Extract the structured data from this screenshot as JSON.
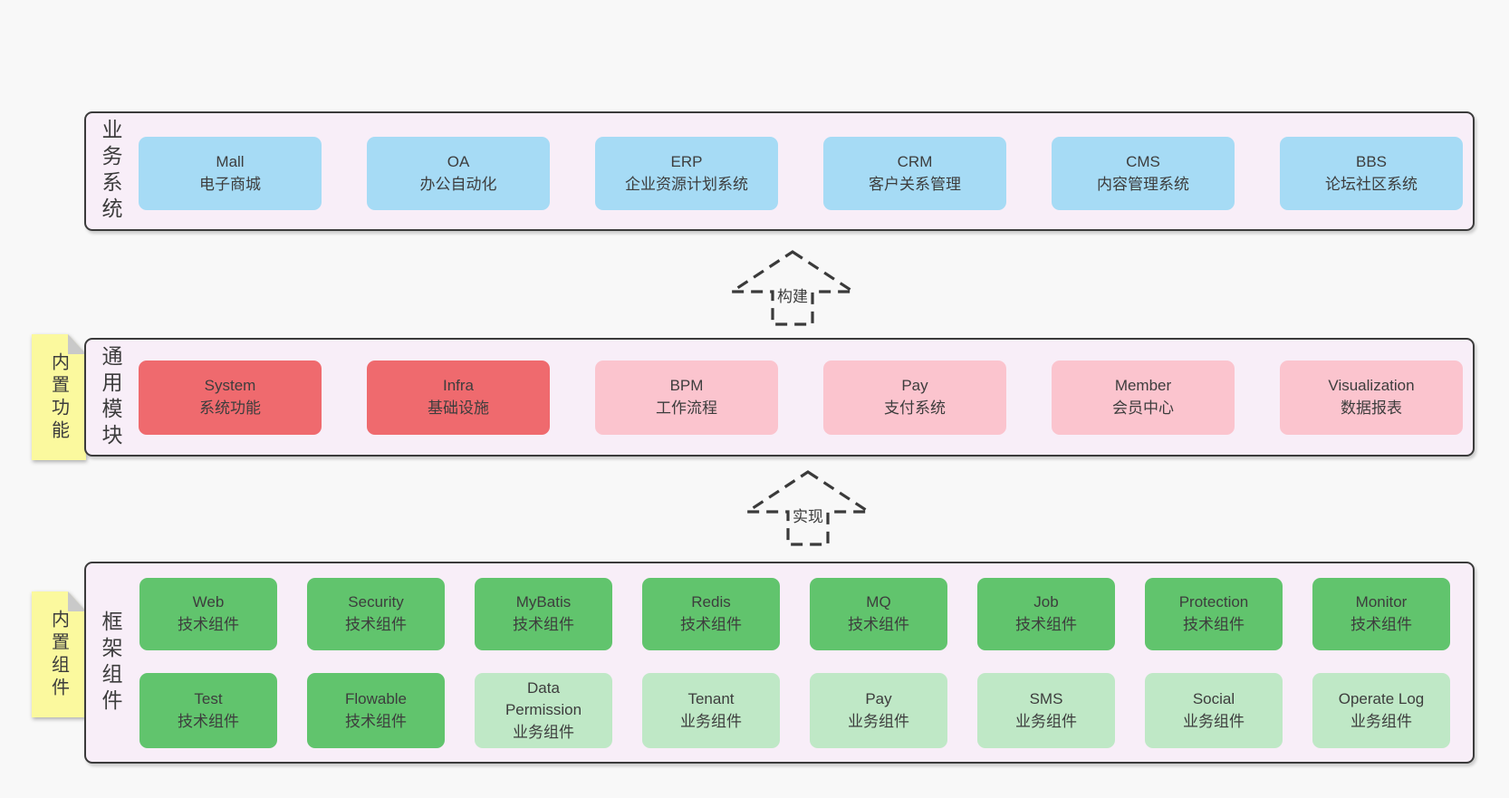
{
  "diagram": {
    "bands": {
      "business": {
        "label": "业务系统",
        "boxes": [
          {
            "en": "Mall",
            "zh": "电子商城"
          },
          {
            "en": "OA",
            "zh": "办公自动化"
          },
          {
            "en": "ERP",
            "zh": "企业资源计划系统"
          },
          {
            "en": "CRM",
            "zh": "客户关系管理"
          },
          {
            "en": "CMS",
            "zh": "内容管理系统"
          },
          {
            "en": "BBS",
            "zh": "论坛社区系统"
          }
        ]
      },
      "modules": {
        "label": "通用模块",
        "sticky": "内置功能",
        "boxes": [
          {
            "en": "System",
            "zh": "系统功能"
          },
          {
            "en": "Infra",
            "zh": "基础设施"
          },
          {
            "en": "BPM",
            "zh": "工作流程"
          },
          {
            "en": "Pay",
            "zh": "支付系统"
          },
          {
            "en": "Member",
            "zh": "会员中心"
          },
          {
            "en": "Visualization",
            "zh": "数据报表"
          }
        ]
      },
      "components": {
        "label": "框架组件",
        "sticky": "内置组件",
        "row1": [
          {
            "en": "Web",
            "zh": "技术组件"
          },
          {
            "en": "Security",
            "zh": "技术组件"
          },
          {
            "en": "MyBatis",
            "zh": "技术组件"
          },
          {
            "en": "Redis",
            "zh": "技术组件"
          },
          {
            "en": "MQ",
            "zh": "技术组件"
          },
          {
            "en": "Job",
            "zh": "技术组件"
          },
          {
            "en": "Protection",
            "zh": "技术组件"
          },
          {
            "en": "Monitor",
            "zh": "技术组件"
          }
        ],
        "row2": [
          {
            "en": "Test",
            "zh": "技术组件"
          },
          {
            "en": "Flowable",
            "zh": "技术组件"
          },
          {
            "en": "Data\nPermission",
            "zh": "业务组件"
          },
          {
            "en": "Tenant",
            "zh": "业务组件"
          },
          {
            "en": "Pay",
            "zh": "业务组件"
          },
          {
            "en": "SMS",
            "zh": "业务组件"
          },
          {
            "en": "Social",
            "zh": "业务组件"
          },
          {
            "en": "Operate Log",
            "zh": "业务组件"
          }
        ]
      }
    },
    "arrows": {
      "build": "构建",
      "implement": "实现"
    },
    "colors": {
      "page_bg": "#f8f8f8",
      "band_bg": "#f8eef8",
      "border": "#3b3b3b",
      "blue": "#a6dbf5",
      "red": "#ef6a6e",
      "pink": "#fbc4ce",
      "green": "#61c46d",
      "light_green": "#bfe8c6",
      "sticky_yellow": "#fbf99e",
      "fold_gray": "#c9c9c9",
      "text": "#3d3d3d"
    }
  }
}
